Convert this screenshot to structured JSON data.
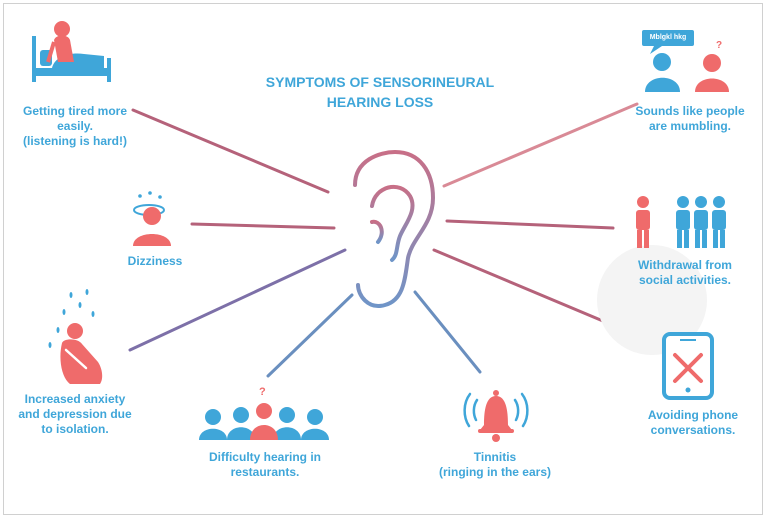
{
  "title_line1": "SYMPTOMS OF SENSORINEURAL",
  "title_line2": "HEARING LOSS",
  "bubble_text": "Mblgkl hkg",
  "question_mark": "?",
  "colors": {
    "blue": "#3fa6d9",
    "red": "#ef6b6b",
    "line_red": "#b5627a",
    "line_blue": "#6a8fbf"
  },
  "symptoms": {
    "tired": {
      "line1": "Getting tired more",
      "line2": "easily.",
      "line3": "(listening is hard!)",
      "icon": "person-in-bed-icon"
    },
    "dizziness": {
      "line1": "Dizziness",
      "icon": "dizzy-person-icon"
    },
    "anxiety": {
      "line1": "Increased anxiety",
      "line2": "and depression due",
      "line3": "to isolation.",
      "icon": "sad-person-rain-icon"
    },
    "restaurants": {
      "line1": "Difficulty hearing in",
      "line2": "restaurants.",
      "icon": "crowd-icon"
    },
    "tinnitus": {
      "line1": "Tinnitis",
      "line2": "(ringing in the ears)",
      "icon": "ringing-bell-icon"
    },
    "phone": {
      "line1": "Avoiding phone",
      "line2": "conversations.",
      "icon": "crossed-phone-icon"
    },
    "withdrawal": {
      "line1": "Withdrawal from",
      "line2": "social activities.",
      "icon": "person-apart-from-group-icon"
    },
    "mumbling": {
      "line1": "Sounds like people",
      "line2": "are mumbling.",
      "icon": "conversation-icon"
    }
  }
}
